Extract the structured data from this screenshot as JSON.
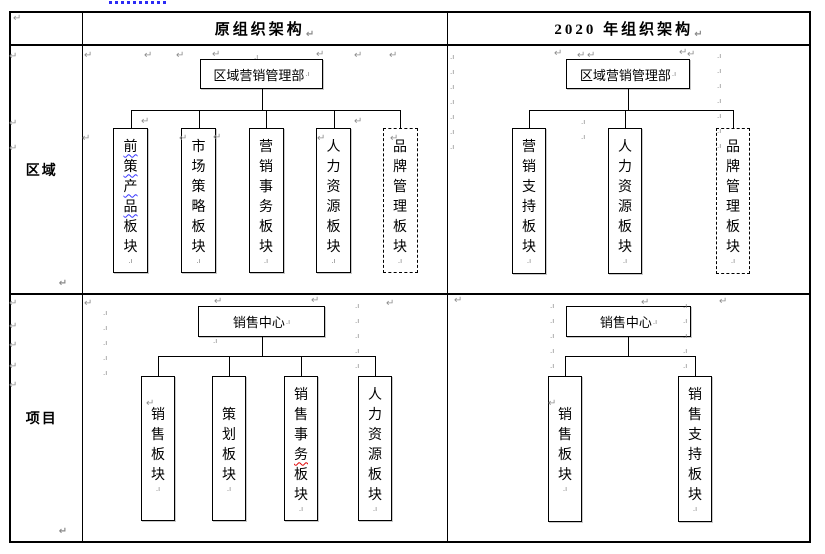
{
  "marks": {
    "pilcrow": "↵",
    "line_break": ".ı"
  },
  "decor": {
    "tracked_change_color": "#2b2bf5"
  },
  "table": {
    "headers": {
      "old": "原组织架构",
      "new": "2020 年组织架构"
    },
    "row_labels": {
      "region": "区域",
      "project": "项目"
    }
  },
  "charts": {
    "region_old": {
      "root": "区域营销管理部",
      "children": [
        {
          "label": "前策产品板块",
          "wavy_chars": "前策产品",
          "wavy_color": "#3535ff"
        },
        {
          "label": "市场策略板块"
        },
        {
          "label": "营销事务板块"
        },
        {
          "label": "人力资源板块"
        },
        {
          "label": "品牌管理板块",
          "dashed": true
        }
      ]
    },
    "region_new": {
      "root": "区域营销管理部",
      "children": [
        {
          "label": "营销支持板块"
        },
        {
          "label": "人力资源板块"
        },
        {
          "label": "品牌管理板块",
          "dashed": true
        }
      ]
    },
    "project_old": {
      "root": "销售中心",
      "children": [
        {
          "label": "销售板块"
        },
        {
          "label": "策划板块"
        },
        {
          "label": "销售事务板块",
          "wavy_chars": "务",
          "wavy_color": "#e00000"
        },
        {
          "label": "人力资源板块"
        }
      ]
    },
    "project_new": {
      "root": "销售中心",
      "children": [
        {
          "label": "销售板块"
        },
        {
          "label": "销售支持板块"
        }
      ]
    }
  }
}
